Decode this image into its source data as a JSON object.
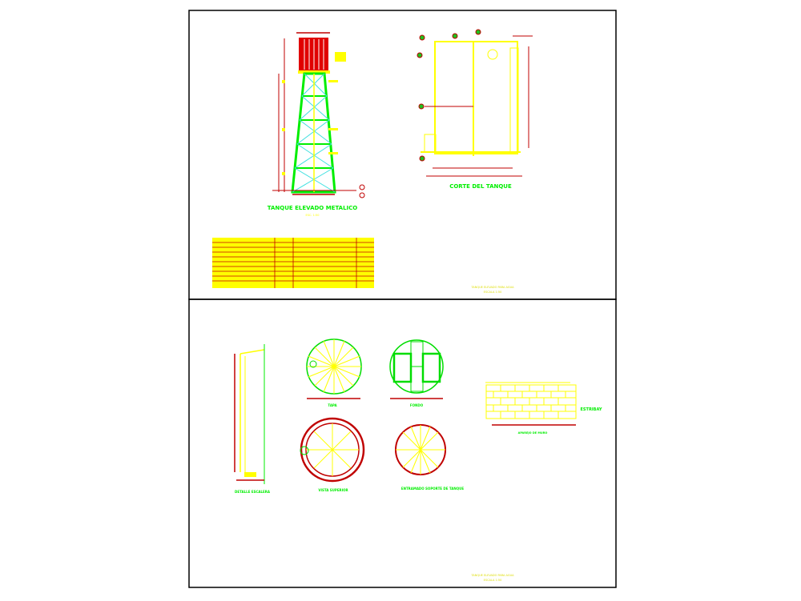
{
  "colors": {
    "background": "#ffffff",
    "frame": "#000000",
    "green": "#00ff00",
    "yellow": "#ffff00",
    "red": "#c00000",
    "cyan": "#40e0e0"
  },
  "sheet_top": {
    "tower_title": "TANQUE ELEVADO METALICO",
    "section_title": "CORTE DEL TANQUE",
    "scale": "ESC. 1:50",
    "title_block": [
      "TANQUE ELEVADO PARA AGUA",
      "ESCALA 1:50"
    ]
  },
  "sheet_bottom": {
    "ladder_title": "DETALLE ESCALERA",
    "top_view_title": "VISTA SUPERIOR",
    "support_title": "ENTRAMADO SOPORTE DE TANQUE",
    "lid_title": "TAPA",
    "bottom_title": "FONDO",
    "wall_title": "APAREJO DE MURO",
    "wall_side_label": "ESTRIBAY",
    "scale": "ESC. 1:50",
    "title_block": [
      "TANQUE ELEVADO PARA AGUA",
      "ESCALA 1:50"
    ]
  }
}
